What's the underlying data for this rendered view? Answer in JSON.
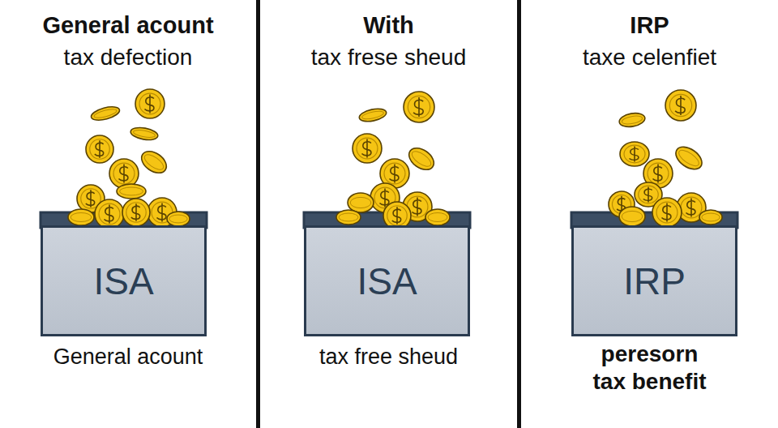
{
  "diagram": {
    "nodes": [
      {
        "text": [
          "General acount",
          "tax defection",
          "General acount"
        ]
      },
      {
        "text": [
          "ISA"
        ],
        "in": 0
      },
      {
        "text": [
          "With",
          "tax frese sheud",
          "tax free sheud"
        ]
      },
      {
        "text": [
          "ISA"
        ],
        "in": 2
      },
      {
        "text": [
          "IRP",
          "taxe celenfiet",
          "peresorn tax benefit"
        ]
      },
      {
        "text": [
          "IRP"
        ],
        "in": 4
      }
    ]
  }
}
